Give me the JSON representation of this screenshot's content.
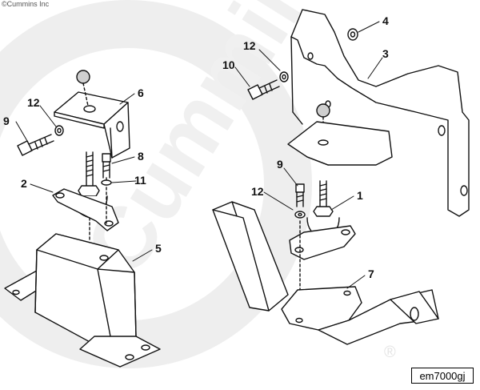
{
  "copyright": "©Cummins Inc",
  "watermark_text": "Cummins",
  "registered_mark": "®",
  "reference_code": "em7000gj",
  "callouts": {
    "c1": "1",
    "c2": "2",
    "c3": "3",
    "c4": "4",
    "c5": "5",
    "c6": "6",
    "c7": "7",
    "c8": "8",
    "c9a": "9",
    "c9b": "9",
    "c10": "10",
    "c11": "11",
    "c12a": "12",
    "c12b": "12",
    "c12c": "12"
  },
  "colors": {
    "line": "#111111",
    "watermark": "#eeeeee",
    "shade": "#9a9a9a"
  }
}
